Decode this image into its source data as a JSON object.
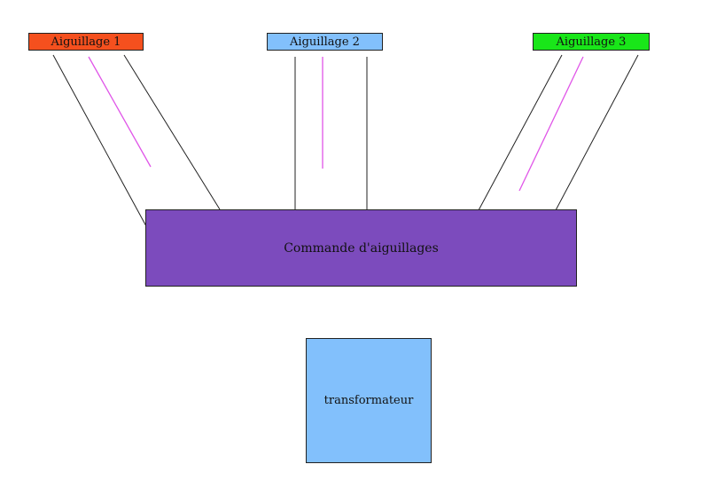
{
  "diagram": {
    "switches": [
      {
        "label": "Aiguillage 1",
        "color": "#f5501e"
      },
      {
        "label": "Aiguillage 2",
        "color": "#82c0fc"
      },
      {
        "label": "Aiguillage 3",
        "color": "#19e619"
      }
    ],
    "controller": {
      "label": "Commande d'aiguillages",
      "color": "#7c4bbd"
    },
    "transformer": {
      "label": "transformateur",
      "color": "#82c0fc"
    },
    "colors": {
      "wire": "#222222",
      "center_line": "#e055e8"
    }
  }
}
